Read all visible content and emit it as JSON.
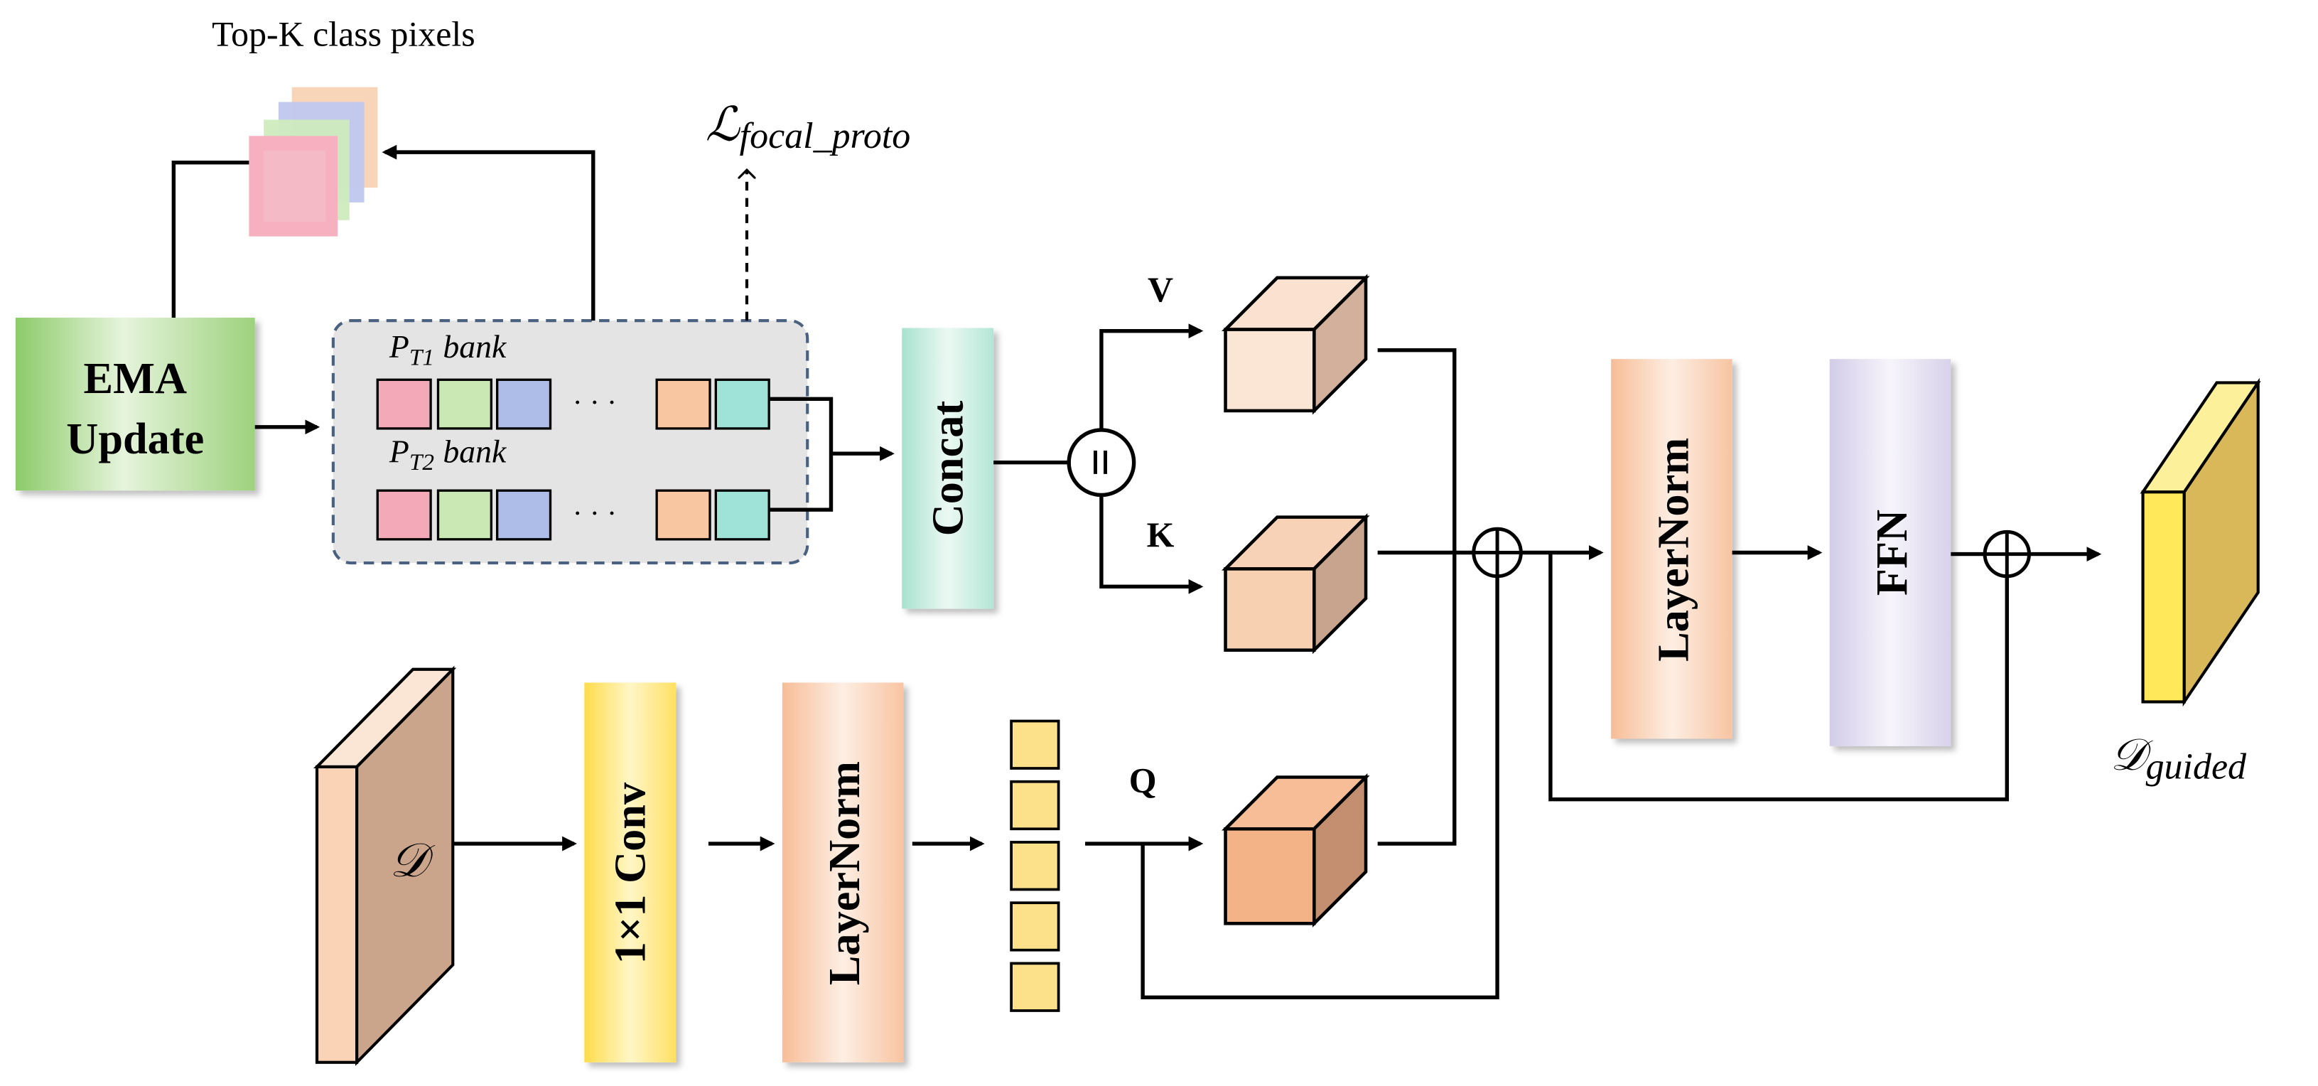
{
  "topk": {
    "caption": "Top-K class pixels"
  },
  "loss": {
    "symbol": "ℒ",
    "subscript": "focal_proto"
  },
  "ema": {
    "line1": "EMA",
    "line2": "Update"
  },
  "bank1": {
    "p": "P",
    "sub": "T1",
    "word": "bank",
    "ellipsis": "· · ·"
  },
  "bank2": {
    "p": "P",
    "sub": "T2",
    "word": "bank",
    "ellipsis": "· · ·"
  },
  "concat": {
    "label": "Concat"
  },
  "equal_node": {
    "symbol": "="
  },
  "labels": {
    "v": "V",
    "k": "K",
    "q": "Q"
  },
  "input": {
    "label": "𝒟"
  },
  "conv": {
    "label": "1×1 Conv"
  },
  "layernorm_small": {
    "label": "LayerNorm"
  },
  "layernorm_main": {
    "label": "LayerNorm"
  },
  "ffn": {
    "label": "FFN"
  },
  "output": {
    "symbol": "𝒟",
    "subscript": "guided"
  },
  "colors": {
    "proto_pink": "#f4a9b8",
    "proto_green": "#c9e8b4",
    "proto_blue": "#aebce8",
    "proto_orange": "#f8c6a0",
    "proto_teal": "#9fe2d8",
    "ema_green": "#95cf73",
    "concat_teal": "#bfe9dc",
    "conv_yellow": "#ffe46a",
    "layernorm_peach": "#f8c8a8",
    "ffn_lavender": "#ddd6ee",
    "output_yellow": "#fbe46a",
    "input_brown": "#d4a88a"
  }
}
